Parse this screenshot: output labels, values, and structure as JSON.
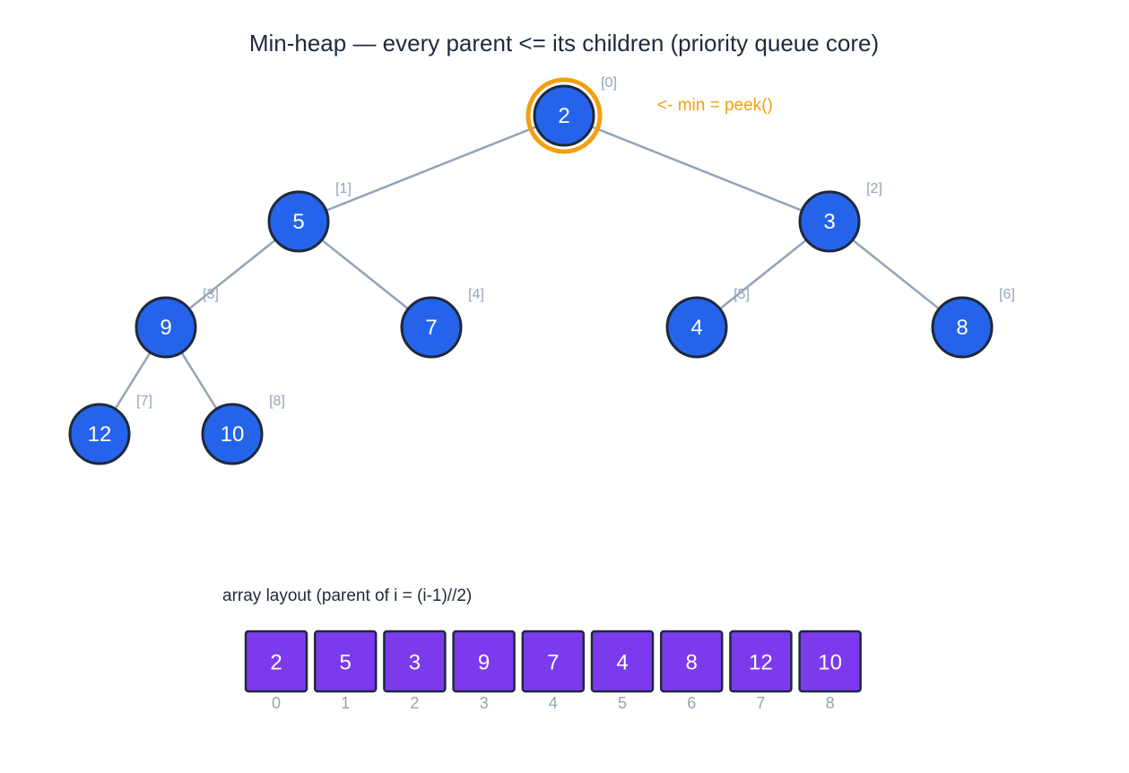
{
  "title": "Min-heap — every parent <= its children (priority queue core)",
  "min_annotation": "<-  min = peek()",
  "array_label": "array layout  (parent of i  =  (i-1)//2)",
  "colors": {
    "node_fill": "#2563eb",
    "node_stroke": "#1e293b",
    "edge": "#94a3b8",
    "highlight_ring": "#f59e0b",
    "cell_fill": "#7c3aed",
    "index_text": "#94a3b8"
  },
  "heap": [
    {
      "index_label": "[0]",
      "value": "2"
    },
    {
      "index_label": "[1]",
      "value": "5"
    },
    {
      "index_label": "[2]",
      "value": "3"
    },
    {
      "index_label": "[3]",
      "value": "9"
    },
    {
      "index_label": "[4]",
      "value": "7"
    },
    {
      "index_label": "[5]",
      "value": "4"
    },
    {
      "index_label": "[6]",
      "value": "8"
    },
    {
      "index_label": "[7]",
      "value": "12"
    },
    {
      "index_label": "[8]",
      "value": "10"
    }
  ],
  "highlighted_node": 0,
  "array": [
    {
      "value": "2",
      "index": "0"
    },
    {
      "value": "5",
      "index": "1"
    },
    {
      "value": "3",
      "index": "2"
    },
    {
      "value": "9",
      "index": "3"
    },
    {
      "value": "7",
      "index": "4"
    },
    {
      "value": "4",
      "index": "5"
    },
    {
      "value": "8",
      "index": "6"
    },
    {
      "value": "12",
      "index": "7"
    },
    {
      "value": "10",
      "index": "8"
    }
  ]
}
